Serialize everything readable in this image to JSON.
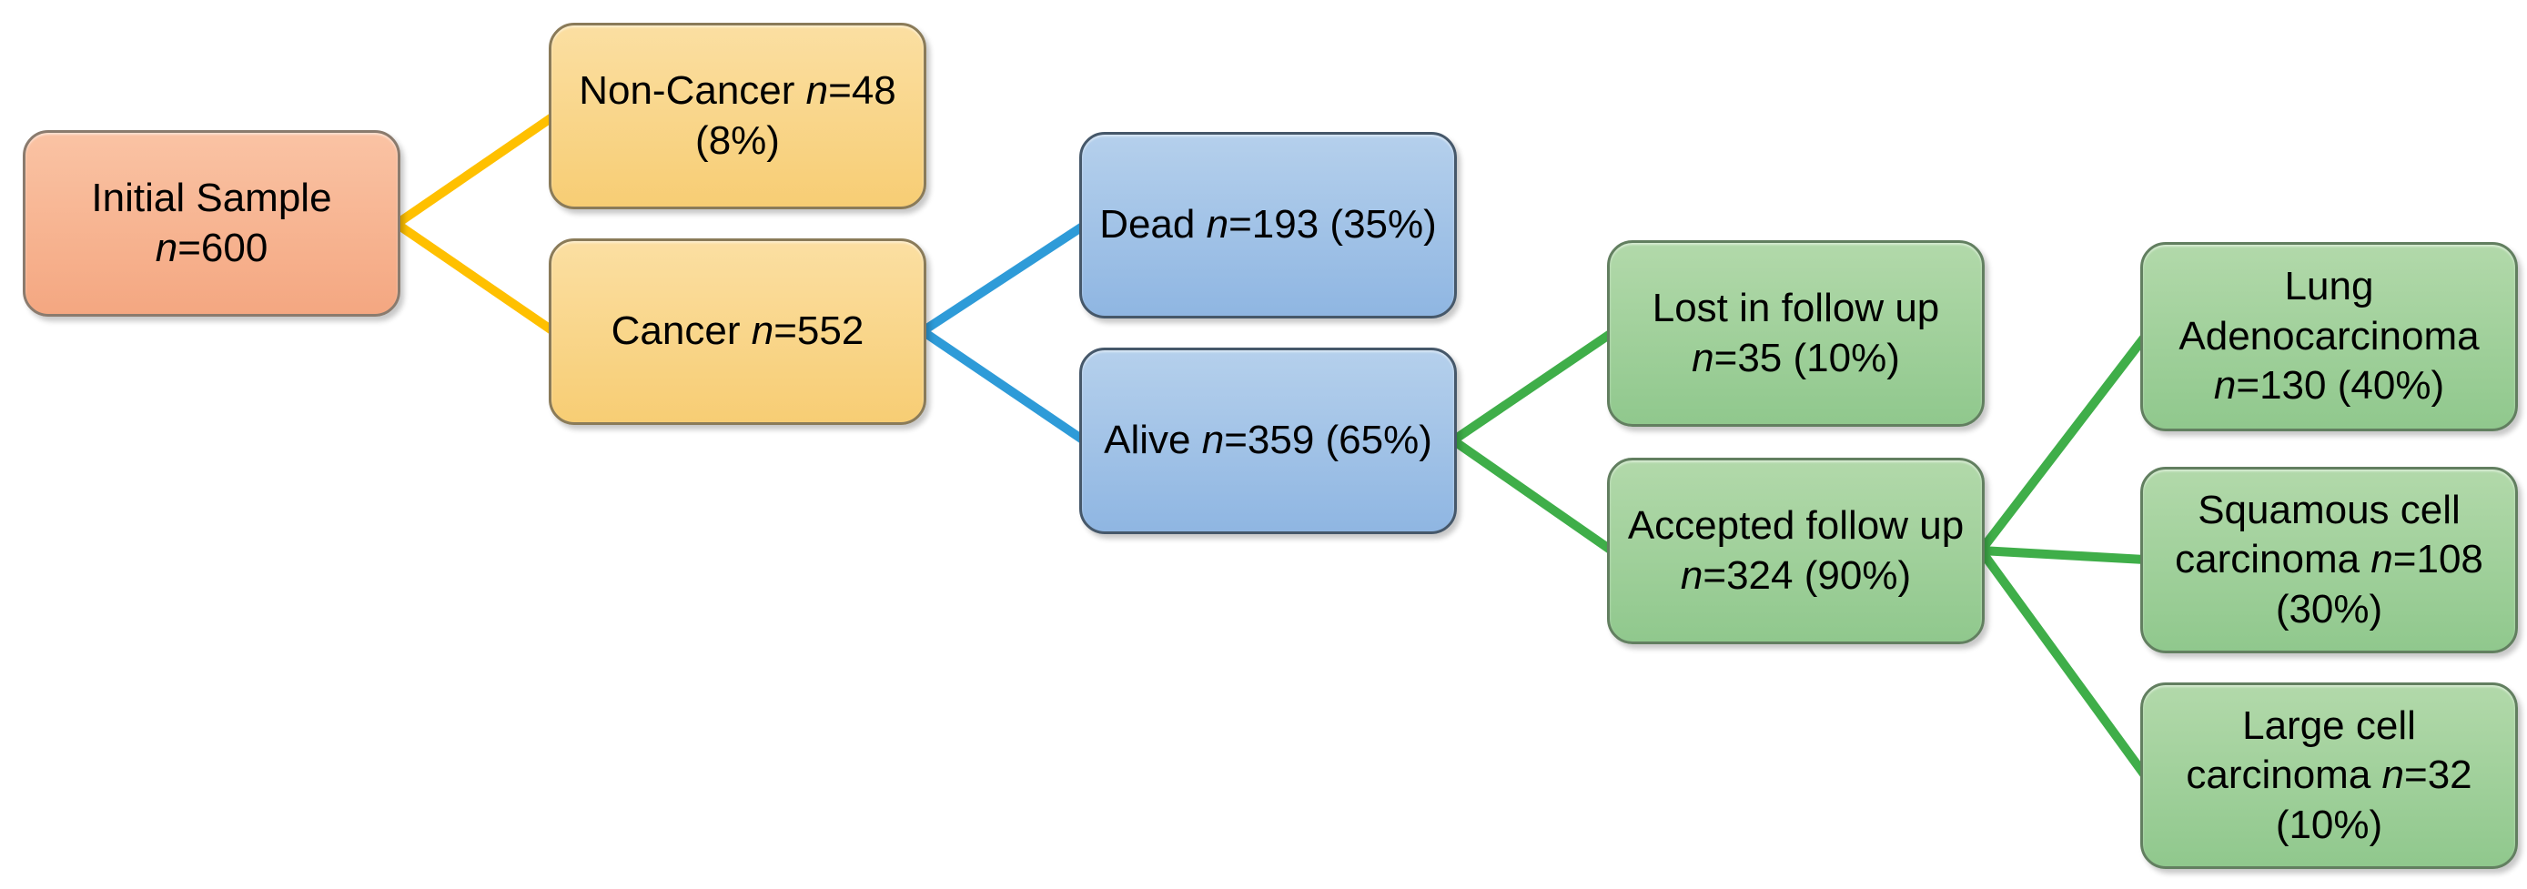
{
  "diagram": {
    "type": "flowchart",
    "colors": {
      "text_color": "#000000",
      "salmon_top": "#fac3a4",
      "salmon_bottom": "#f4a781",
      "salmon_border": "#8a7b6e",
      "yellow_top": "#fbdfa2",
      "yellow_bottom": "#f7cd74",
      "yellow_border": "#8a7b59",
      "blue_top": "#b5d0ec",
      "blue_bottom": "#8fb6e2",
      "blue_border": "#46586a",
      "green_top": "#b2d9aa",
      "green_bottom": "#90c88d",
      "green_border": "#627f60",
      "connector_yellow": "#ffc000",
      "connector_blue": "#2e9bd8",
      "connector_green": "#3fae49"
    },
    "nodes": {
      "initial_sample": {
        "label": "Initial Sample n=600",
        "n": 600,
        "theme": "salmon",
        "lines": [
          [
            {
              "t": "Initial Sample"
            }
          ],
          [
            {
              "t": "n",
              "i": 1
            },
            {
              "t": "=600"
            }
          ]
        ]
      },
      "non_cancer": {
        "label": "Non-Cancer n=48 (8%)",
        "n": 48,
        "percent": 8,
        "theme": "yellow",
        "lines": [
          [
            {
              "t": "Non-Cancer "
            },
            {
              "t": "n",
              "i": 1
            },
            {
              "t": "=48"
            }
          ],
          [
            {
              "t": "(8%)"
            }
          ]
        ]
      },
      "cancer": {
        "label": "Cancer n=552",
        "n": 552,
        "theme": "yellow",
        "lines": [
          [
            {
              "t": "Cancer "
            },
            {
              "t": "n",
              "i": 1
            },
            {
              "t": "=552"
            }
          ]
        ]
      },
      "dead": {
        "label": "Dead n=193 (35%)",
        "n": 193,
        "percent": 35,
        "theme": "blue",
        "lines": [
          [
            {
              "t": "Dead "
            },
            {
              "t": "n",
              "i": 1
            },
            {
              "t": "=193 (35%)"
            }
          ]
        ]
      },
      "alive": {
        "label": "Alive n=359 (65%)",
        "n": 359,
        "percent": 65,
        "theme": "blue",
        "lines": [
          [
            {
              "t": "Alive "
            },
            {
              "t": "n",
              "i": 1
            },
            {
              "t": "=359 (65%)"
            }
          ]
        ]
      },
      "lost_in_follow_up": {
        "label": "Lost in follow up n=35 (10%)",
        "n": 35,
        "percent": 10,
        "theme": "green",
        "lines": [
          [
            {
              "t": "Lost in follow up"
            }
          ],
          [
            {
              "t": "n",
              "i": 1
            },
            {
              "t": "=35 (10%)"
            }
          ]
        ]
      },
      "accepted_follow_up": {
        "label": "Accepted follow up n=324 (90%)",
        "n": 324,
        "percent": 90,
        "theme": "green",
        "lines": [
          [
            {
              "t": "Accepted follow up"
            }
          ],
          [
            {
              "t": "n",
              "i": 1
            },
            {
              "t": "=324 (90%)"
            }
          ]
        ]
      },
      "lung_adenocarcinoma": {
        "label": "Lung Adenocarcinoma n=130 (40%)",
        "n": 130,
        "percent": 40,
        "theme": "green",
        "lines": [
          [
            {
              "t": "Lung"
            }
          ],
          [
            {
              "t": "Adenocarcinoma"
            }
          ],
          [
            {
              "t": "n",
              "i": 1
            },
            {
              "t": "=130 (40%)"
            }
          ]
        ]
      },
      "squamous_cell_carcinoma": {
        "label": "Squamous cell carcinoma n=108 (30%)",
        "n": 108,
        "percent": 30,
        "theme": "green",
        "lines": [
          [
            {
              "t": "Squamous cell"
            }
          ],
          [
            {
              "t": "carcinoma "
            },
            {
              "t": "n",
              "i": 1
            },
            {
              "t": "=108"
            }
          ],
          [
            {
              "t": "(30%)"
            }
          ]
        ]
      },
      "large_cell_carcinoma": {
        "label": "Large cell carcinoma n=32 (10%)",
        "n": 32,
        "percent": 10,
        "theme": "green",
        "lines": [
          [
            {
              "t": "Large cell"
            }
          ],
          [
            {
              "t": "carcinoma "
            },
            {
              "t": "n",
              "i": 1
            },
            {
              "t": "=32"
            }
          ],
          [
            {
              "t": "(10%)"
            }
          ]
        ]
      }
    },
    "edges": [
      {
        "from": "initial_sample",
        "to": "non_cancer",
        "color": "connector_yellow"
      },
      {
        "from": "initial_sample",
        "to": "cancer",
        "color": "connector_yellow"
      },
      {
        "from": "cancer",
        "to": "dead",
        "color": "connector_blue"
      },
      {
        "from": "cancer",
        "to": "alive",
        "color": "connector_blue"
      },
      {
        "from": "alive",
        "to": "lost_in_follow_up",
        "color": "connector_green"
      },
      {
        "from": "alive",
        "to": "accepted_follow_up",
        "color": "connector_green"
      },
      {
        "from": "accepted_follow_up",
        "to": "lung_adenocarcinoma",
        "color": "connector_green"
      },
      {
        "from": "accepted_follow_up",
        "to": "squamous_cell_carcinoma",
        "color": "connector_green"
      },
      {
        "from": "accepted_follow_up",
        "to": "large_cell_carcinoma",
        "color": "connector_green"
      }
    ]
  }
}
